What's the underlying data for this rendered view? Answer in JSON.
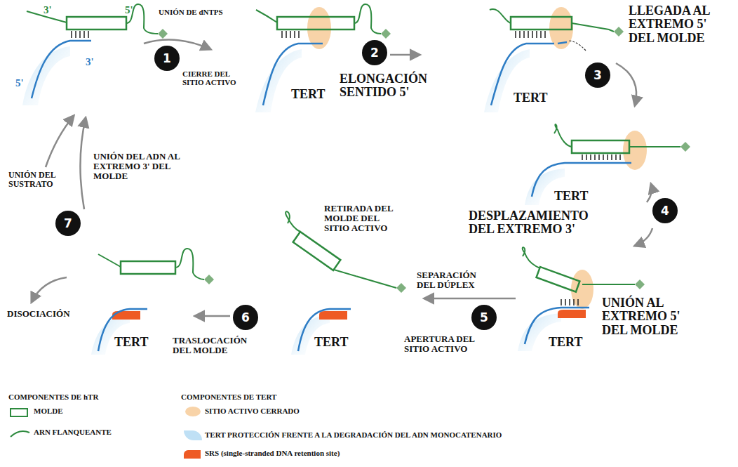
{
  "diagram": {
    "nodes": [
      {
        "text": [
          "1"
        ]
      },
      {
        "text": [
          "2"
        ]
      },
      {
        "text": [
          "3"
        ]
      },
      {
        "text": [
          "4"
        ]
      },
      {
        "text": [
          "5"
        ]
      },
      {
        "text": [
          "6"
        ]
      },
      {
        "text": [
          "7"
        ]
      }
    ],
    "labels": [
      "3'",
      "5'",
      "UNIÓN DE dNTPS",
      "CIERRE DEL SITIO ACTIVO",
      "3'",
      "5'",
      "TERT",
      "ELONGACIÓN SENTIDO 5'",
      "LLEGADA AL EXTREMO 5' DEL MOLDE",
      "TERT",
      "TERT",
      "DESPLAZAMIENTO DEL EXTREMO 3'",
      "UNIÓN AL EXTREMO 5' DEL MOLDE",
      "TERT",
      "RETIRADA DEL MOLDE DEL SITIO ACTIVO",
      "SEPARACIÓN DEL DÚPLEX",
      "APERTURA DEL SITIO ACTIVO",
      "TERT",
      "TRASLOCACIÓN DEL MOLDE",
      "TERT",
      "DISOCIACIÓN",
      "UNIÓN DEL SUSTRATO",
      "UNIÓN DEL ADN AL EXTREMO 3' DEL MOLDE",
      "COMPONENTES DE hTR",
      "COMPONENTES DE TERT"
    ],
    "legend": [
      {
        "text": "MOLDE"
      },
      {
        "text": "ARN FLANQUEANTE"
      },
      {
        "text": "SITIO ACTIVO CERRADO",
        "color": "#f8d3a8"
      },
      {
        "text": "TERT PROTECCIÓN FRENTE A LA DEGRADACIÓN DEL ADN MONOCATENARIO",
        "color": "#bfe0f5"
      },
      {
        "text": "SRS (single-stranded DNA retention site)",
        "color": "#ee5a24"
      }
    ]
  }
}
